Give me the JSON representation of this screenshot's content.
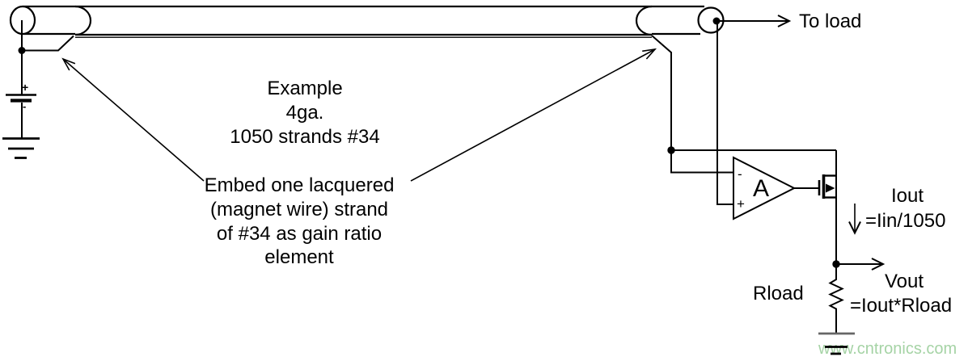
{
  "diagram": {
    "type": "circuit-schematic",
    "note_block": {
      "line1": "Example",
      "line2": "4ga.",
      "line3": "1050 strands #34"
    },
    "embed_block": {
      "line1": "Embed one lacquered",
      "line2": "(magnet wire) strand",
      "line3": "of #34 as gain ratio",
      "line4": "element"
    },
    "to_load_label": "To load",
    "battery": {
      "plus": "+",
      "minus": "-"
    },
    "opamp": {
      "gain": "A",
      "inverting": "-",
      "noninverting": "+"
    },
    "iout": {
      "name": "Iout",
      "formula": "=Iin/1050"
    },
    "vout": {
      "name": "Vout",
      "formula": "=Iout*Rload"
    },
    "rload_label": "Rload",
    "watermark": {
      "text": "www.cntronics.com",
      "color": "#a5d3a5"
    },
    "colors": {
      "line": "#000000",
      "background": "#ffffff",
      "ground_gray": "#666666"
    }
  }
}
